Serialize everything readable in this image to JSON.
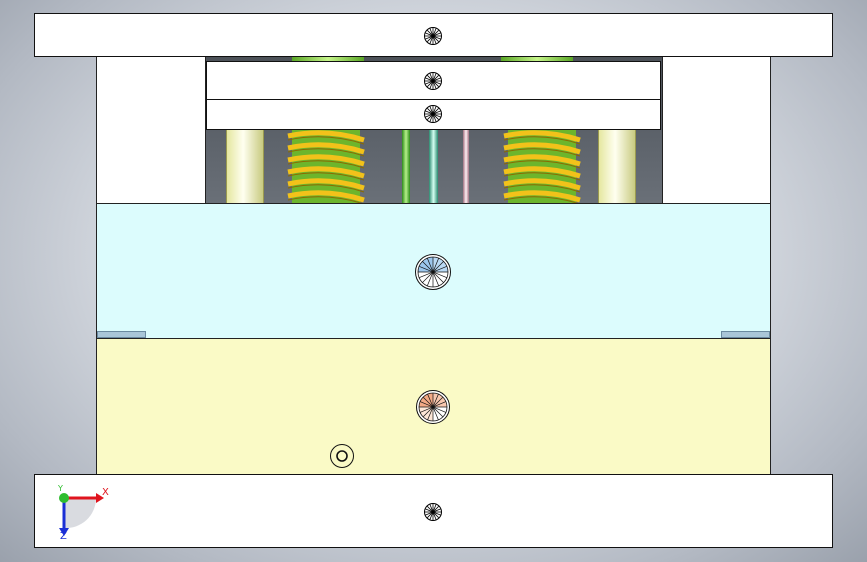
{
  "view": {
    "background": "gradient-gray",
    "components": {
      "top_clamp_plate": {
        "color": "#ffffff"
      },
      "ejector_plates": {
        "color": "#ffffff"
      },
      "cavity_plate": {
        "color": "#dcfcfd"
      },
      "core_plate": {
        "color": "#fafac6"
      },
      "bottom_clamp_plate": {
        "color": "#ffffff"
      },
      "springs": {
        "color": "#f2c21a",
        "core_color": "#7ec832"
      }
    },
    "icons": [
      "screw-icon",
      "sprue-icon",
      "gate-icon",
      "pin-hole-icon"
    ]
  },
  "triad": {
    "x_label": "X",
    "y_label": "Y",
    "z_label": "Z",
    "x_color": "#e0141e",
    "y_color": "#2fbd2f",
    "z_color": "#1a2fd6"
  }
}
